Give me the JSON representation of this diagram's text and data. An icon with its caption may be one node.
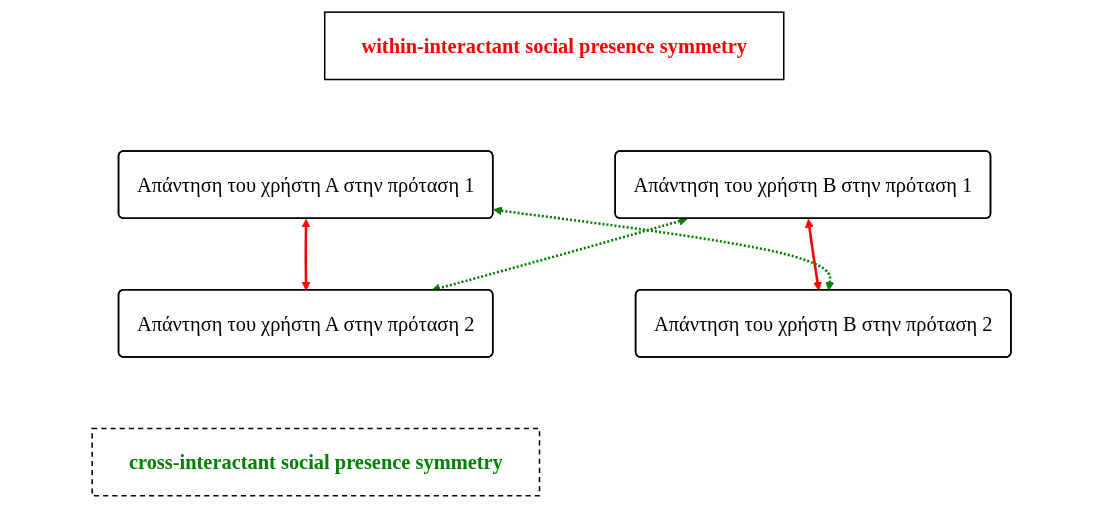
{
  "diagram": {
    "nodes": [
      {
        "text": [
          "within-interactant social presence symmetry"
        ]
      },
      {
        "text": [
          "Απάντηση του χρήστη Α στην πρόταση 1"
        ]
      },
      {
        "text": [
          "Απάντηση του χρήστη Β στην πρόταση 1"
        ]
      },
      {
        "text": [
          "Απάντηση του χρήστη Α στην πρόταση 2"
        ]
      },
      {
        "text": [
          "Απάντηση του χρήστη Β στην πρόταση 2"
        ]
      },
      {
        "text": [
          "cross-interactant social presence symmetry"
        ]
      }
    ],
    "edges": [
      {
        "from": 1,
        "to": 3,
        "arrow": "both",
        "color": "#ff0000"
      },
      {
        "from": 2,
        "to": 4,
        "arrow": "both",
        "color": "#ff0000"
      },
      {
        "from": 1,
        "to": 4,
        "arrow": "both",
        "style": "dashed",
        "color": "#008000"
      },
      {
        "from": 2,
        "to": 3,
        "arrow": "both",
        "style": "dashed",
        "color": "#008000"
      }
    ]
  }
}
